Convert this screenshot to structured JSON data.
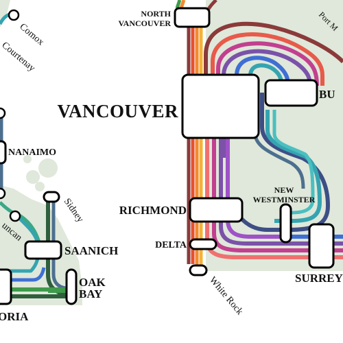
{
  "map": {
    "line_colors": {
      "brown": "#8b3a3a",
      "red_orange": "#e8502e",
      "orange": "#f08a2e",
      "amber": "#f2b33a",
      "magenta": "#c2408f",
      "purple": "#7b52a8",
      "violet": "#9f52c8",
      "coral": "#f07070",
      "blue": "#3f6fd4",
      "navy": "#3d4e86",
      "teal": "#35a4b0",
      "teal_light": "#4bbfc0",
      "steel": "#4d6f8f",
      "green": "#2e8a50",
      "dark_green": "#2f5f3d",
      "sea_green": "#3aa888"
    },
    "land_color": "#dfe8da",
    "stations": {
      "north_vancouver": "NORTH\nVANCOUVER",
      "north_vancouver_line1": "NORTH",
      "north_vancouver_line2": "VANCOUVER",
      "vancouver": "VANCOUVER",
      "burnaby_partial": "BU",
      "port_moody_partial": "Port M",
      "new_westminster_line1": "NEW",
      "new_westminster_line2": "WESTMINSTER",
      "richmond": "RICHMOND",
      "delta": "DELTA",
      "white_rock": "White Rock",
      "surrey": "SURREY",
      "comox": "Comox",
      "courtenay": "Courtenay",
      "nanaimo": "NANAIMO",
      "duncan_partial": "uncan",
      "sidney": "Sidney",
      "saanich": "SAANICH",
      "oak_bay_line1": "OAK",
      "oak_bay_line2": "BAY",
      "victoria_partial": "ORIA"
    }
  }
}
